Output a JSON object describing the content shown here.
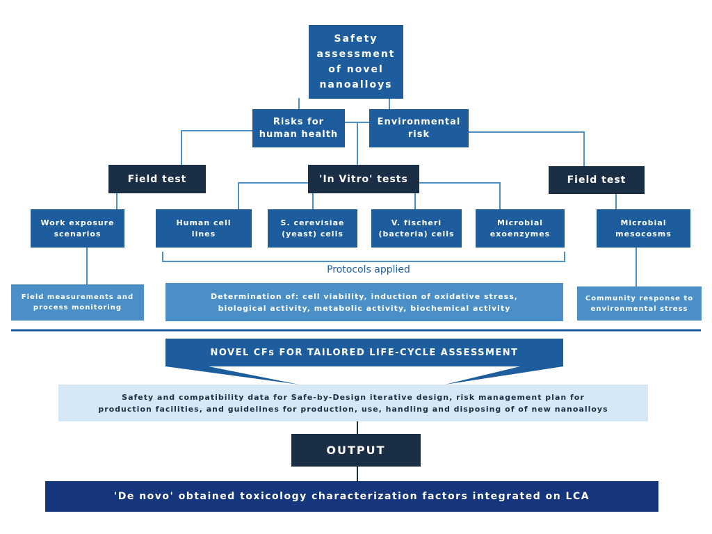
{
  "top": {
    "title": "Safety\nassessment\nof novel\nnanoalloys"
  },
  "branches": {
    "human_health": "Risks for\nhuman health",
    "environmental": "Environmental\nrisk"
  },
  "tests": {
    "field_left": "Field test",
    "in_vitro": "'In Vitro' tests",
    "field_right": "Field test"
  },
  "subtests": {
    "work_exposure": "Work exposure\nscenarios",
    "human_cell": "Human cell\nlines",
    "yeast": "S. cerevisiae\n(yeast) cells",
    "bacteria": "V. fischeri\n(bacteria) cells",
    "exoenzymes": "Microbial\nexoenzymes",
    "mesocosms": "Microbial\nmesocosms"
  },
  "protocols_label": "Protocols applied",
  "results": {
    "field_measurements": "Field measurements and\nprocess monitoring",
    "determination": "Determination of: cell viability, induction of oxidative stress,\nbiological activity, metabolic activity, biochemical activity",
    "community": "Community response to\nenvironmental stress"
  },
  "novel_cfs": "NOVEL CFs FOR TAILORED LIFE-CYCLE ASSESSMENT",
  "safety_data": "Safety and compatibility data for Safe-by-Design iterative design, risk management plan for\nproduction facilities, and guidelines for production, use, handling and disposing of of new nanoalloys",
  "output_label": "OUTPUT",
  "final": "'De novo' obtained toxicology characterization factors integrated on LCA",
  "colors": {
    "blue": "#1d5d9e",
    "dark": "#1a2e45",
    "light_blue": "#4a8fc7",
    "pale": "#d6e8f5",
    "navy": "#15367c"
  }
}
